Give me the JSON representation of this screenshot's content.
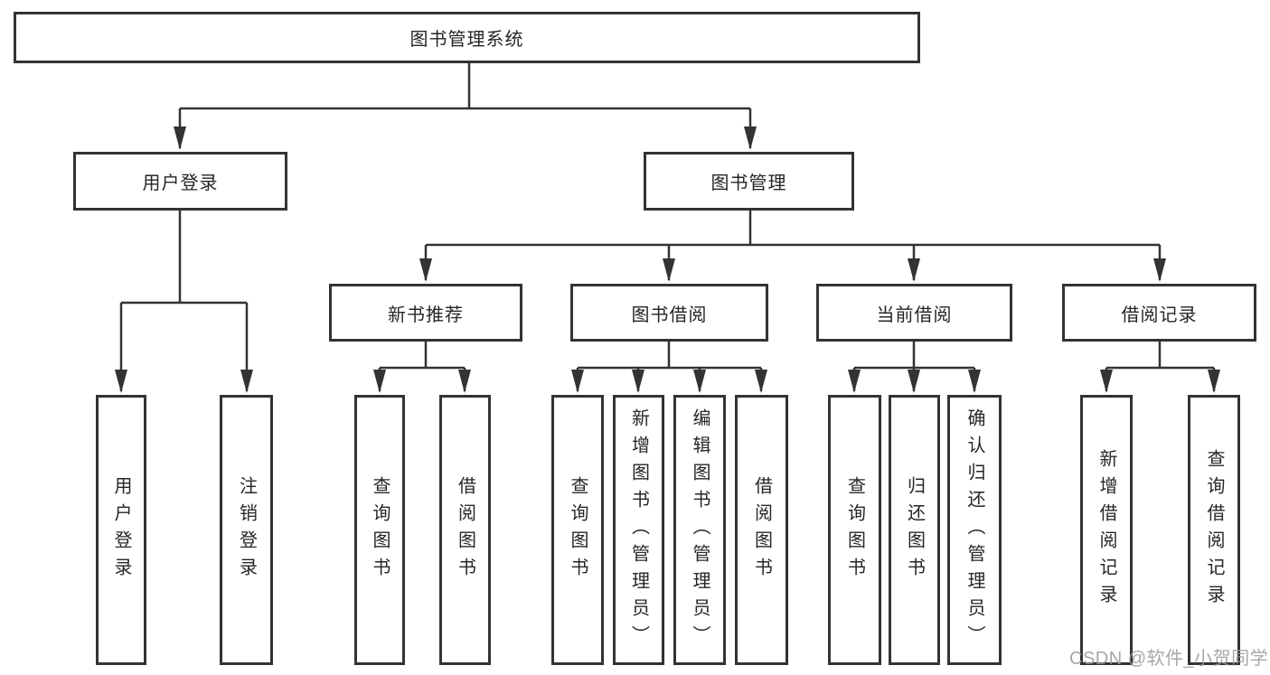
{
  "root": {
    "label": "图书管理系统"
  },
  "level2": {
    "user_login": {
      "label": "用户登录"
    },
    "book_management": {
      "label": "图书管理"
    }
  },
  "level3": {
    "new_book_recommend": {
      "label": "新书推荐"
    },
    "book_borrowing": {
      "label": "图书借阅"
    },
    "current_borrowing": {
      "label": "当前借阅"
    },
    "borrowing_records": {
      "label": "借阅记录"
    }
  },
  "leaves": {
    "user_login_group": [
      "用户登录",
      "注销登录"
    ],
    "new_book_group": [
      "查询图书",
      "借阅图书"
    ],
    "book_borrowing_group": [
      "查询图书",
      "新增图书（管理员）",
      "编辑图书（管理员）",
      "借阅图书"
    ],
    "current_borrowing_group": [
      "查询图书",
      "归还图书",
      "确认归还（管理员）"
    ],
    "records_group": [
      "新增借阅记录",
      "查询借阅记录"
    ]
  },
  "watermark": {
    "text": "CSDN @软件_小贺同学"
  },
  "colors": {
    "line": "#333333",
    "box_border": "#333333",
    "box_background": "#ffffff",
    "text": "#262626",
    "watermark": "#9b9b9b"
  }
}
